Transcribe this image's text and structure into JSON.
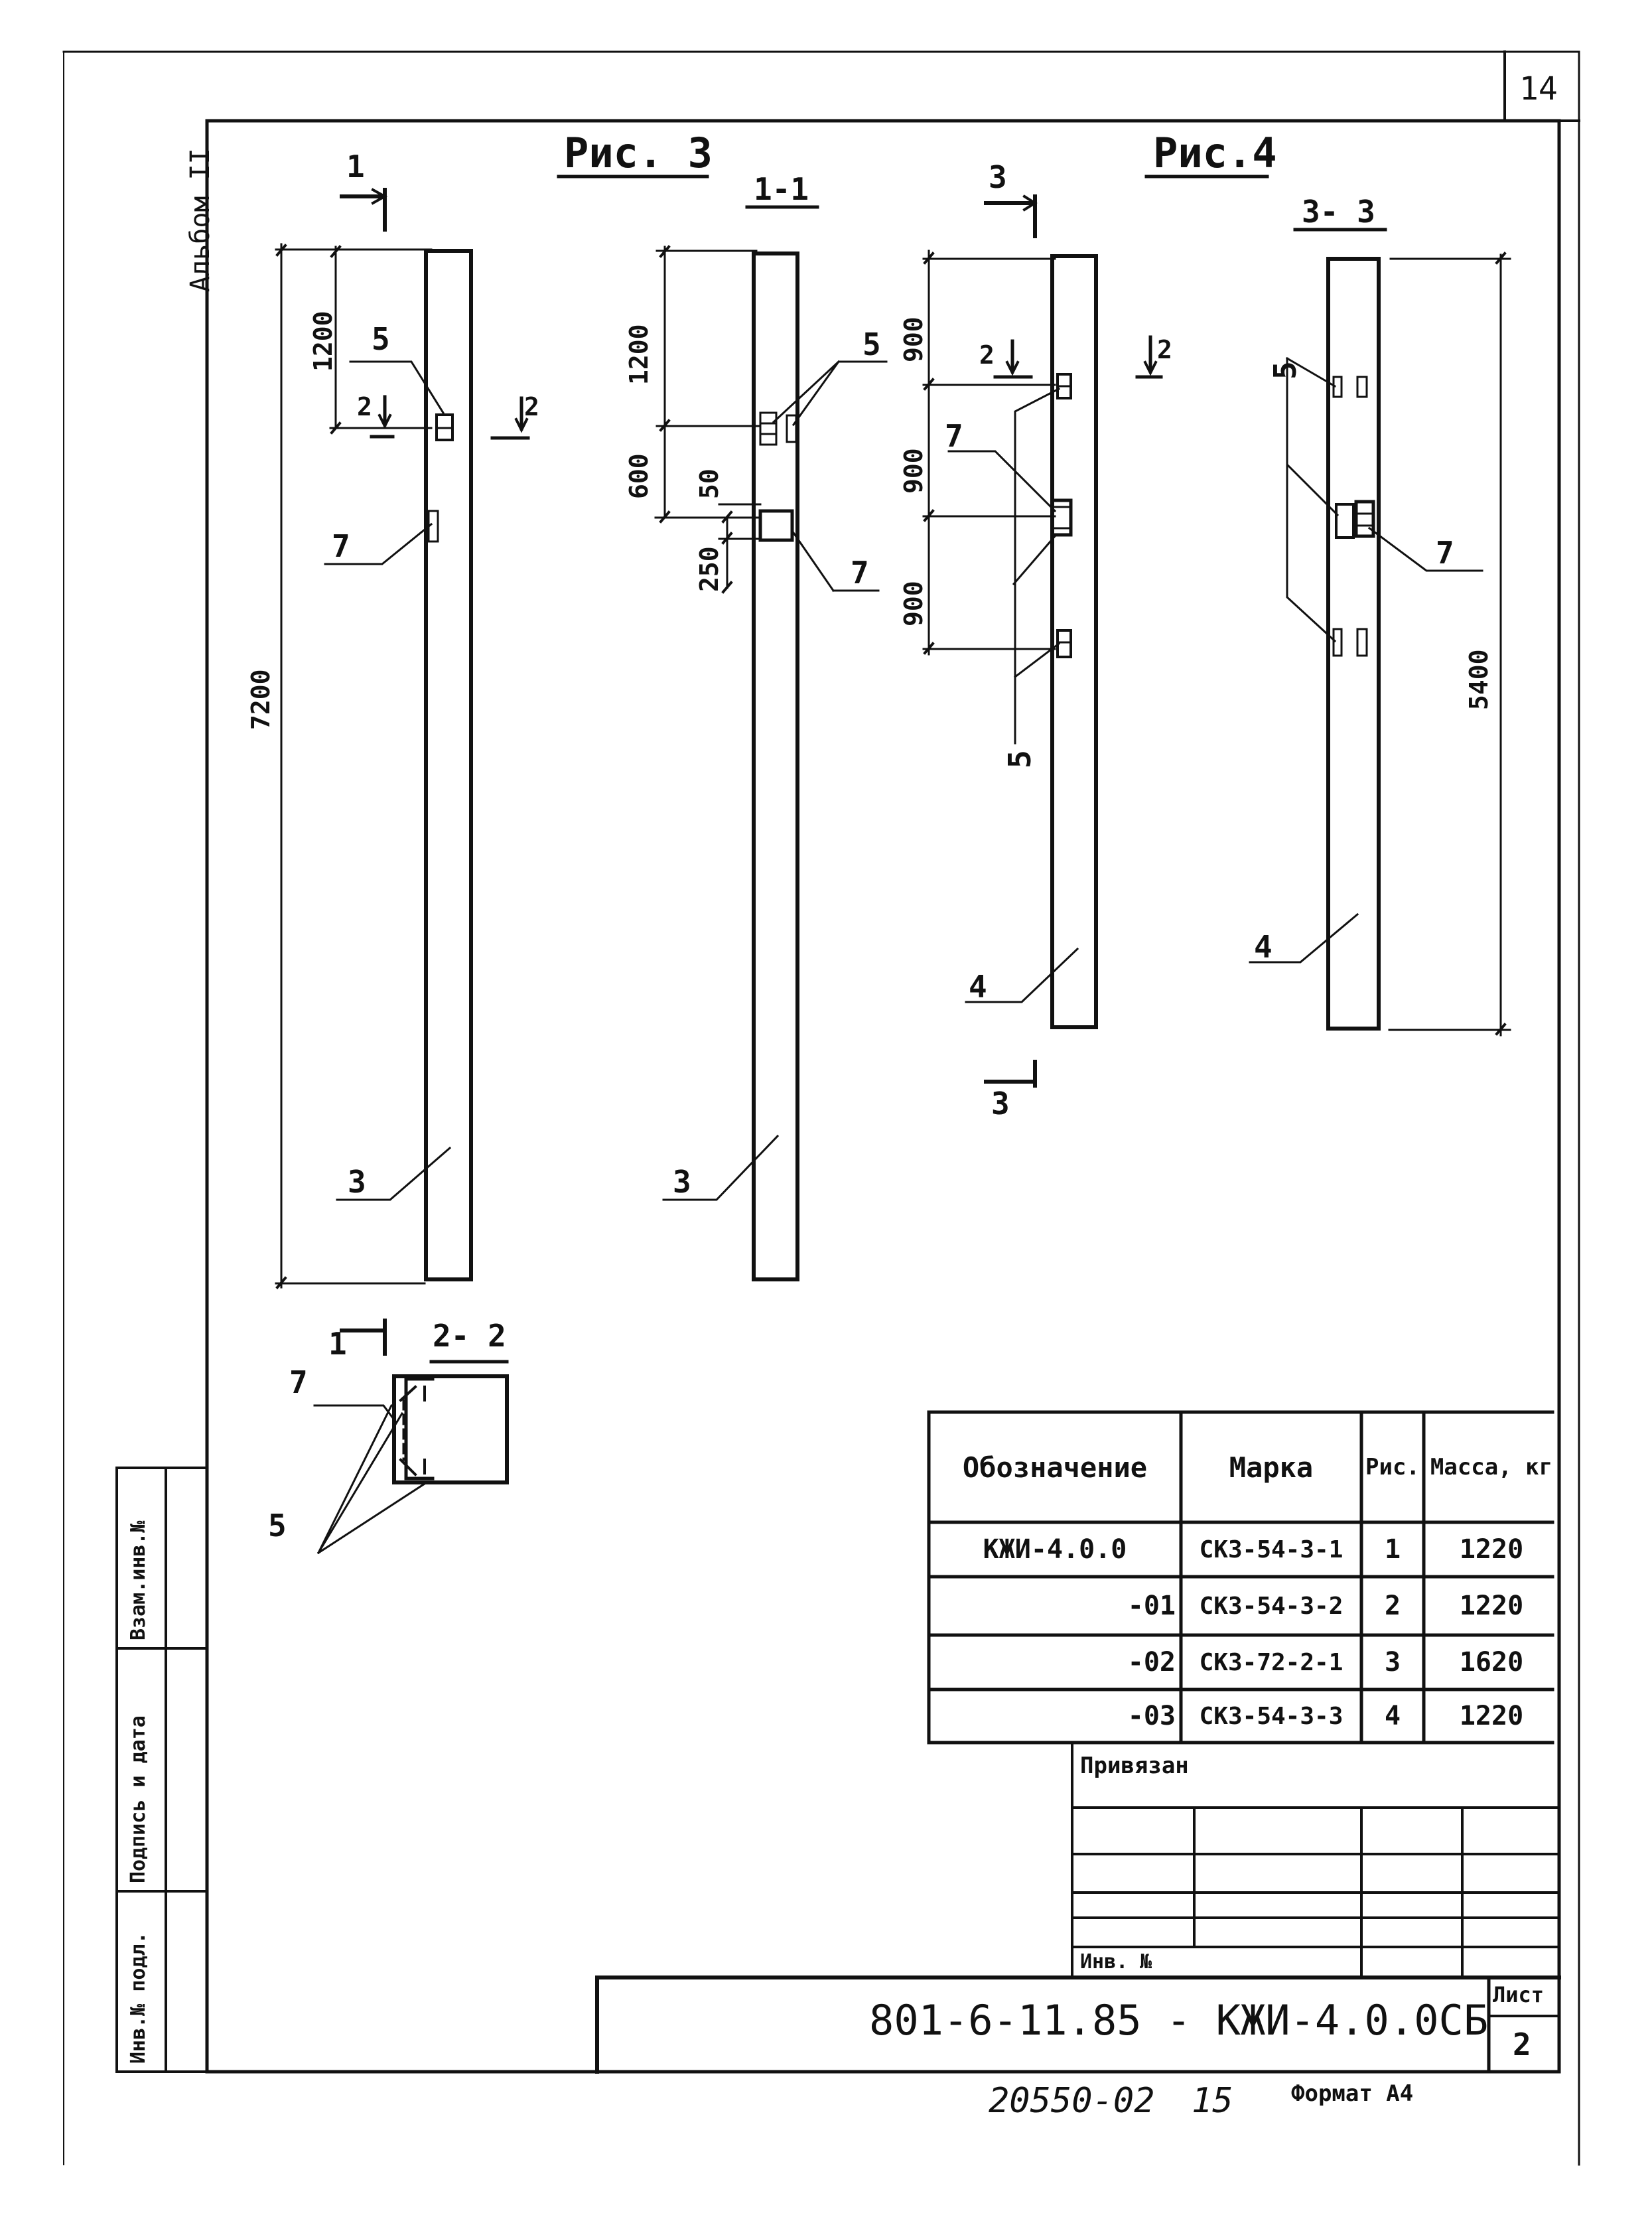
{
  "sheet_number": "14",
  "album_label": "Альбом II",
  "figures": {
    "fig3_title": "Рис. 3",
    "fig4_title": "Рис.4",
    "section_1_1": "1-1",
    "section_2_2": "2- 2",
    "section_3_3": "3- 3",
    "cut_mark_1": "1",
    "cut_mark_2": "2",
    "cut_mark_3": "3"
  },
  "dimensions": {
    "d1200": "1200",
    "d600": "600",
    "d50": "50",
    "d250": "250",
    "d7200": "7200",
    "d900": "900",
    "d5400": "5400"
  },
  "callouts": {
    "n3": "3",
    "n4": "4",
    "n5": "5",
    "n7": "7"
  },
  "spec_table": {
    "headers": [
      "Обозначение",
      "Марка",
      "Рис.",
      "Масса, кг"
    ],
    "rows": [
      {
        "designation": "КЖИ-4.0.0",
        "mark": "СКЗ-54-3-1",
        "fig": "1",
        "mass": "1220"
      },
      {
        "designation": "-01",
        "mark": "СКЗ-54-3-2",
        "fig": "2",
        "mass": "1220"
      },
      {
        "designation": "-02",
        "mark": "СКЗ-72-2-1",
        "fig": "3",
        "mass": "1620"
      },
      {
        "designation": "-03",
        "mark": "СКЗ-54-3-3",
        "fig": "4",
        "mass": "1220"
      }
    ]
  },
  "title_block": {
    "bound_label": "Привязан",
    "inv_label": "Инв. №",
    "document_code": "801-6-11.85  -  КЖИ-4.0.0СБ",
    "sheet_label": "Лист",
    "sheet_value": "2"
  },
  "side_stamp": {
    "inv_podl": "Инв.№ подл.",
    "podpis": "Подпись и дата",
    "vzam": "Взам.инв.№"
  },
  "footer": {
    "order": "20550-02",
    "page": "15",
    "format": "Формат А4"
  }
}
